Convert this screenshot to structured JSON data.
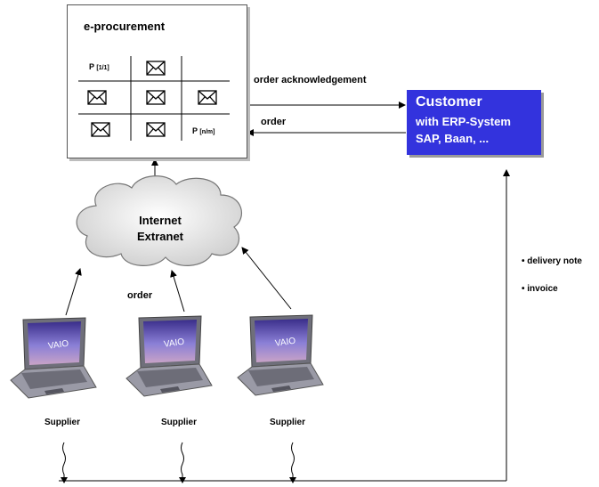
{
  "eprocurement": {
    "title": "e-procurement",
    "p_first_main": "P",
    "p_first_sub": "[1/1]",
    "p_last_main": "P",
    "p_last_sub": "[n/m]"
  },
  "customer": {
    "title": "Customer",
    "subtitle": "with ERP-System",
    "systems": "SAP, Baan, ..."
  },
  "arrows": {
    "order_acknowledgement": "order acknowledgement",
    "order_to_eproc": "order",
    "order_from_suppliers": "order"
  },
  "cloud": {
    "line1": "Internet",
    "line2": "Extranet"
  },
  "documents": {
    "delivery_note": "• delivery note",
    "invoice": "• invoice"
  },
  "suppliers": [
    "Supplier",
    "Supplier",
    "Supplier"
  ],
  "colors": {
    "customer_bg": "#3333dd",
    "cloud_fill": "#eeeeee",
    "laptop_screen": "#5a4fb0"
  },
  "icons": {
    "message": "envelope-icon",
    "device": "laptop-icon",
    "network": "cloud-icon"
  }
}
